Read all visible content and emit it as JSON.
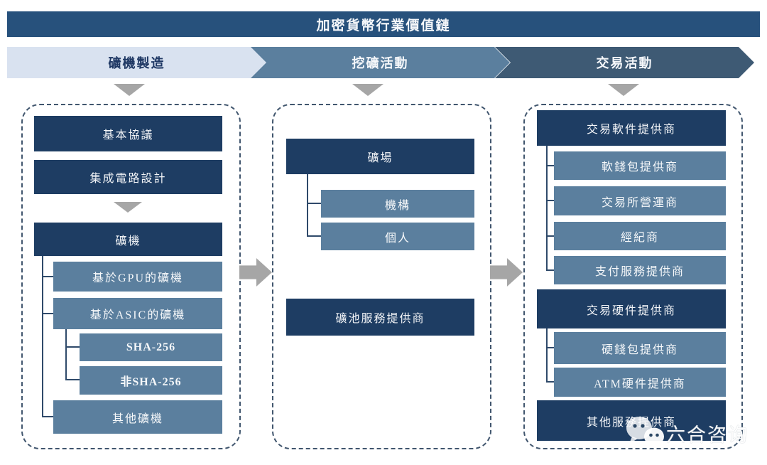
{
  "title": "加密貨幣行業價值鏈",
  "stages": [
    {
      "label": "礦機製造"
    },
    {
      "label": "挖礦活動"
    },
    {
      "label": "交易活動"
    }
  ],
  "manufacturing": {
    "basic_protocol": "基本協議",
    "ic_design": "集成電路設計",
    "mining_machine": "礦機",
    "gpu_based": "基於GPU的礦機",
    "asic_based": "基於ASIC的礦機",
    "sha256": "SHA-256",
    "non_sha256": "非SHA-256",
    "other_machines": "其他礦機"
  },
  "mining": {
    "mining_farm": "礦場",
    "institution": "機構",
    "individual": "個人",
    "pool_provider": "礦池服務提供商"
  },
  "trading": {
    "software_provider": "交易軟件提供商",
    "soft_wallet": "軟錢包提供商",
    "exchange_operator": "交易所營運商",
    "broker": "經紀商",
    "payment_provider": "支付服務提供商",
    "hardware_provider": "交易硬件提供商",
    "hard_wallet": "硬錢包提供商",
    "atm_provider": "ATM硬件提供商",
    "other_providers": "其他服務提供商"
  },
  "watermark": {
    "label": "六合咨询",
    "icon": "wechat-icon"
  },
  "icons": {
    "stage_pointer": "down-triangle-icon",
    "flow_arrow": "right-arrow-icon"
  },
  "colors": {
    "header_bar": "#27517C",
    "dark_box": "#1E3D63",
    "steel_box": "#5B7F9E",
    "chevron_light": "#D9E2F0",
    "chevron_mid": "#5B7F9E",
    "chevron_dark": "#3E5A74",
    "gray_arrow": "#A6A6A6",
    "dashed_border": "#41566E",
    "light_text": "#F2F4F7",
    "dark_text": "#1F3864"
  }
}
